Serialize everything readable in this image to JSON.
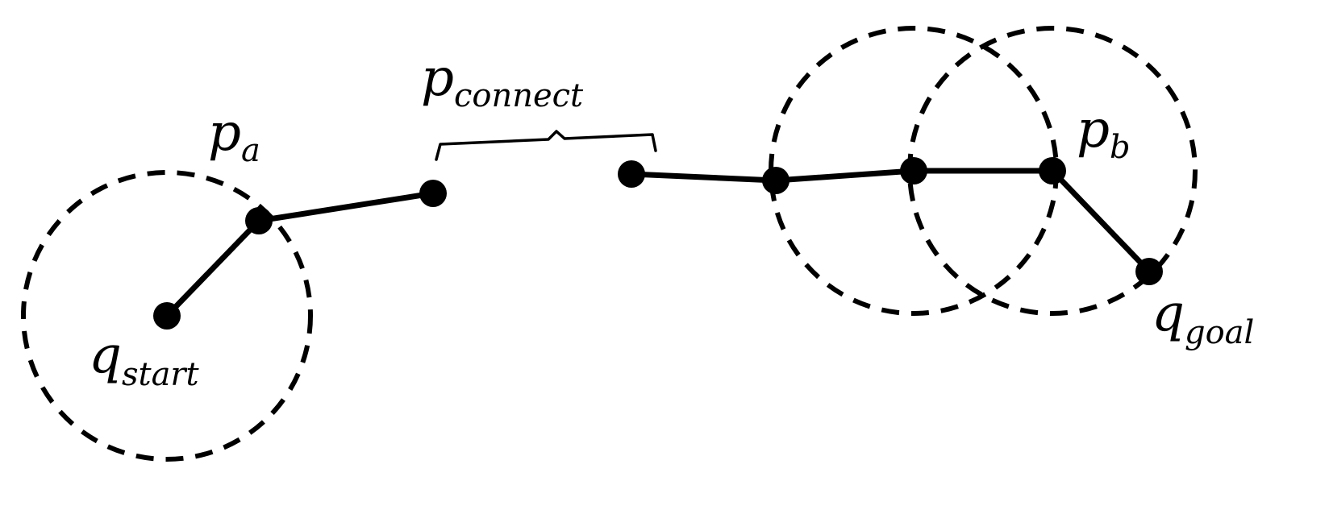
{
  "labels": {
    "q_start": {
      "main": "q",
      "sub": "start"
    },
    "p_a": {
      "main": "p",
      "sub": "a"
    },
    "p_connect": {
      "main": "p",
      "sub": "connect"
    },
    "p_b": {
      "main": "p",
      "sub": "b"
    },
    "q_goal": {
      "main": "q",
      "sub": "goal"
    }
  },
  "colors": {
    "ink": "#000000",
    "background": "#ffffff"
  }
}
